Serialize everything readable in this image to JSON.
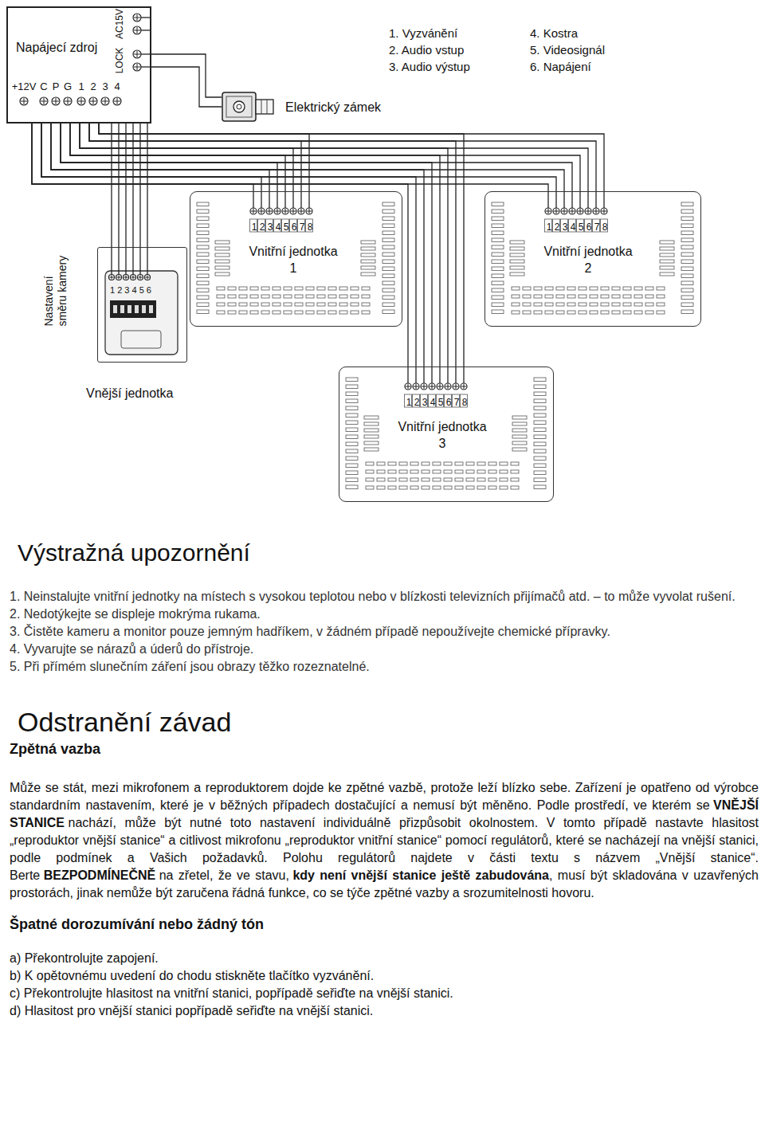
{
  "diagram": {
    "nodes": [
      {
        "text": [
          "Napájecí zdroj"
        ]
      },
      {
        "text": [
          "Elektrický zámek"
        ]
      },
      {
        "text": [
          "1 2 3 4 5 6 7 8",
          "Vnitřní jednotka 1"
        ]
      },
      {
        "text": [
          "1 2 3 4 5 6 7 8",
          "Vnitřní jednotka 2"
        ]
      },
      {
        "text": [
          "1 2 3 4 5 6",
          "Vnější jednotka"
        ]
      },
      {
        "text": [
          "1 2 3 4 5 6 7 8",
          "Vnitřní jednotka 3"
        ]
      }
    ],
    "edges": [
      {
        "from": 0,
        "to": 1,
        "arrow": "none"
      },
      {
        "from": 0,
        "to": 4,
        "arrow": "none"
      },
      {
        "from": 0,
        "to": 2,
        "arrow": "none"
      },
      {
        "from": 0,
        "to": 3,
        "arrow": "none"
      },
      {
        "from": 0,
        "to": 5,
        "arrow": "none"
      }
    ],
    "labels": [
      "AC15V",
      "LOCK",
      "+12V",
      "C",
      "P",
      "G",
      "1",
      "2",
      "3",
      "4",
      "1. Vyzvánění",
      "2. Audio vstup",
      "3. Audio výstup",
      "4. Kostra",
      "5. Videosignál",
      "6. Napájení",
      "Nastavení směru kamery",
      "Výstražná upozornění",
      "1. Neinstalujte vnitřní jednotky na místech s vysokou teplotou nebo v blízkosti televizních přijímačů atd. – to může vyvolat rušení.",
      "2. Nedotýkejte se displeje mokrýma rukama.",
      "3. Čistěte kameru a monitor pouze jemným hadříkem, v žádném případě nepoužívejte chemické přípravky.",
      "4. Vyvarujte se nárazů a úderů do přístroje.",
      "5. Při přímém slunečním záření jsou obrazy těžko rozeznatelné.",
      "Odstranění závad",
      "Zpětná vazba",
      "Může se stát, mezi mikrofonem a reproduktorem dojde ke zpětné vazbě, protože leží blízko sebe. Zařízení je opatřeno od výrobce standardním nastavením, které je v běžných případech dostačující a nemusí být měněno. Podle prostředí, ve kterém se",
      "VNĚJŠÍ STANICE",
      "nachází, může být nutné toto nastavení individuálně přizpůsobit okolnostem. V tomto případě nastavte hlasitost „reproduktor vnější stanice“ a citlivost mikrofonu „reproduktor vnitřní stanice“ pomocí regulátorů, které se nacházejí na vnější stanici, podle podmínek a Vašich požadavků. Polohu regulátorů najdete v části textu s názvem „Vnější stanice“. Berte",
      "BEZPODMÍNEČNĚ",
      "na zřetel, že ve stavu,",
      "kdy není vnější stanice ještě zabudována",
      ", musí být skladována v uzavřených prostorách, jinak nemůže být zaručena řádná funkce, co se týče zpětné vazby a srozumitelnosti hovoru.",
      "Špatné dorozumívání nebo žádný tón",
      "a) Překontrolujte zapojení.",
      "b) K opětovnému uvedení do chodu stiskněte tlačítko vyzvánění.",
      "c) Překontrolujte hlasitost na vnitřní stanici, popřípadě seřiďte na vnější stanici.",
      "d) Hlasitost pro vnější stanici popřípadě seřiďte na vnější stanici."
    ]
  }
}
